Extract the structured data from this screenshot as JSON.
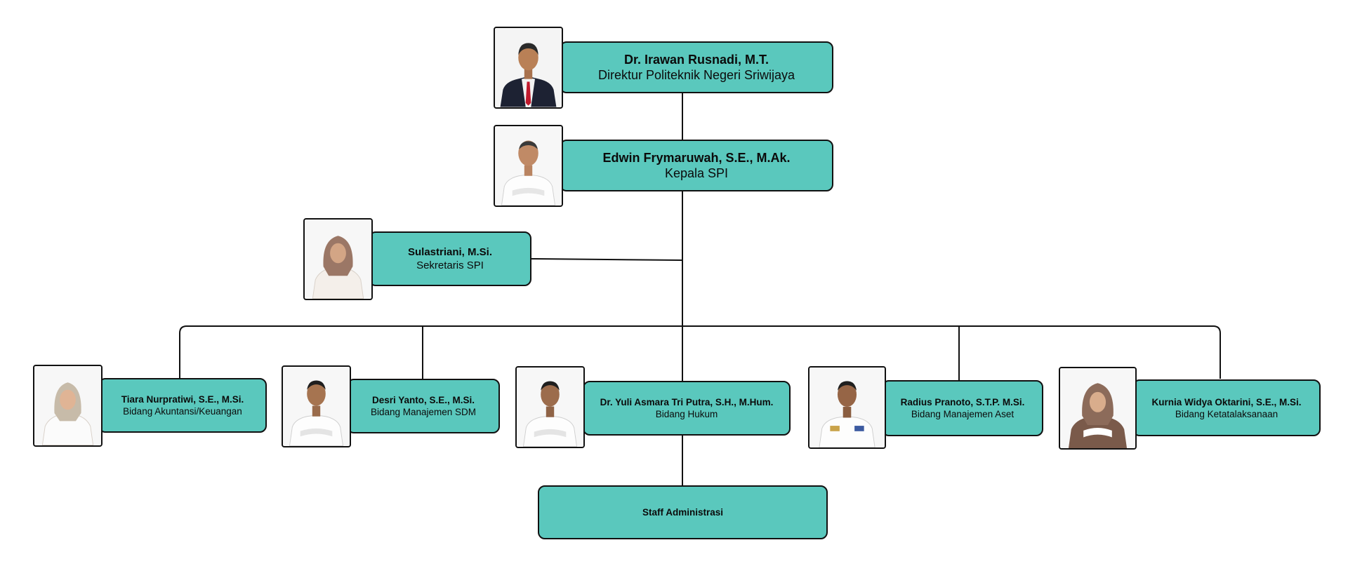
{
  "colors": {
    "box_fill": "#5ac8bd",
    "border": "#111111",
    "line": "#111111",
    "background": "#ffffff"
  },
  "director": {
    "name": "Dr. Irawan Rusnadi, M.T.",
    "role": "Direktur Politeknik Negeri Sriwijaya",
    "photo_icon": "person-man-suit-icon"
  },
  "head": {
    "name": "Edwin Frymaruwah, S.E., M.Ak.",
    "role": "Kepala SPI",
    "photo_icon": "person-man-white-shirt-icon"
  },
  "secretary": {
    "name": "Sulastriani, M.Si.",
    "role": "Sekretaris SPI",
    "photo_icon": "person-woman-hijab-icon"
  },
  "divisions": [
    {
      "name": "Tiara Nurpratiwi, S.E., M.Si.",
      "role": "Bidang Akuntansi/Keuangan",
      "photo_icon": "person-woman-hijab-icon"
    },
    {
      "name": "Desri Yanto, S.E., M.Si.",
      "role": "Bidang Manajemen SDM",
      "photo_icon": "person-man-white-shirt-icon"
    },
    {
      "name": "Dr. Yuli Asmara Tri Putra, S.H., M.Hum.",
      "role": "Bidang Hukum",
      "photo_icon": "person-man-white-shirt-icon"
    },
    {
      "name": "Radius Pranoto, S.T.P. M.Si.",
      "role": "Bidang Manajemen Aset",
      "photo_icon": "person-man-uniform-icon"
    },
    {
      "name": "Kurnia Widya Oktarini, S.E., M.Si.",
      "role": "Bidang Ketatalaksanaan",
      "photo_icon": "person-woman-hijab-icon"
    }
  ],
  "staff": {
    "label": "Staff Administrasi"
  }
}
